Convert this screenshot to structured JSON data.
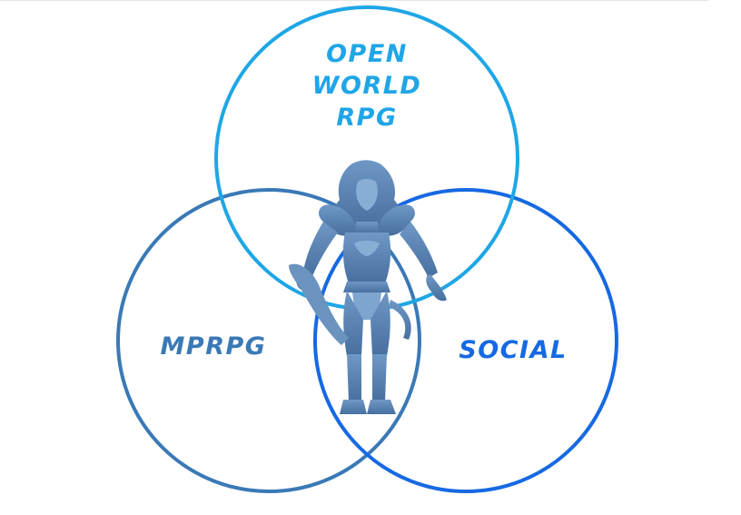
{
  "diagram": {
    "circles": [
      {
        "id": "open-world-rpg",
        "label_lines": [
          "OPEN",
          "WORLD",
          "RPG"
        ],
        "color": "#1fa6e6"
      },
      {
        "id": "mprpg",
        "label_lines": [
          "MPRPG"
        ],
        "color": "#3a79b6"
      },
      {
        "id": "social",
        "label_lines": [
          "SOCIAL"
        ],
        "color": "#1669e2"
      }
    ],
    "center_figure": {
      "icon": "lion-warrior-figure-icon",
      "color": "#5b86b8"
    }
  }
}
